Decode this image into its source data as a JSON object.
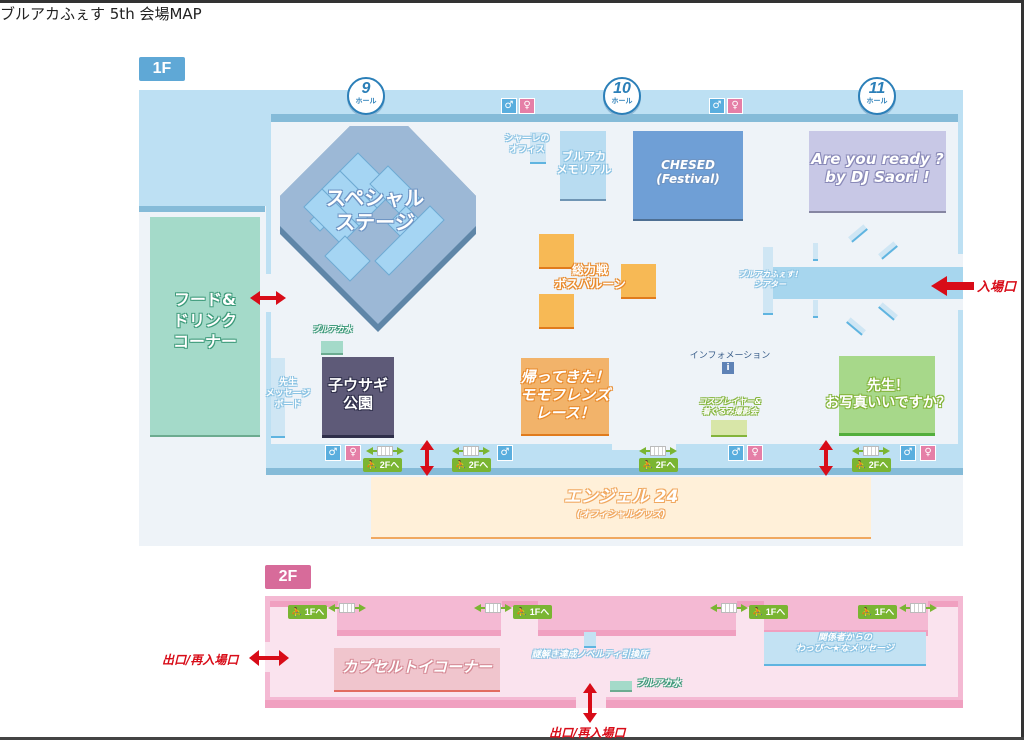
{
  "page": {
    "title": "ブルアカふぇす 5th 会場MAP"
  },
  "colors": {
    "floor1_badge": "#5fa8d6",
    "floor2_badge": "#d76b9a",
    "corridor_blue": "#bde0f3",
    "corridor_pink": "#f4b9d3",
    "arrow_red": "#d80c18",
    "stairs_green": "#7ab532"
  },
  "floor1": {
    "label": "1F",
    "halls": [
      {
        "number": "9",
        "caption": "ホール"
      },
      {
        "number": "10",
        "caption": "ホール"
      },
      {
        "number": "11",
        "caption": "ホール"
      }
    ],
    "areas": {
      "special_stage": "スペシャル\nステージ",
      "schale_office": "シャーレの\nオフィス",
      "bluearchive_memorial": "ブルアカ\nメモリアル",
      "chesed": "CHESED\n(Festival)",
      "dj_saori": "Are you ready ?\nby DJ Saori !",
      "food_drink": "フード&\nドリンク\nコーナー",
      "boss_balloon": "総力戦\nボスバルーン",
      "theater": "ブルアカふぇす！\nシアター",
      "bluearchive_water": "ブルアカ水",
      "message_board": "先生\nメッセージ\nボード",
      "kousagi_park": "子ウサギ\n公園",
      "momofriends_race": "帰ってきた！\nモモフレンズ\nレース！",
      "information": "インフォメーション",
      "information_icon": "i",
      "cosplay_photo": "コスプレイヤー&\n着ぐるみ撮影会",
      "sensei_photo": "先生！\nお写真いいですか？",
      "angel24": "エンジェル 24",
      "angel24_sub": "(オフィシャルグッズ)"
    },
    "entrance_label": "入場口",
    "stairs_label": "2Fへ",
    "restroom_icons": [
      "restroom-male-icon",
      "restroom-female-icon"
    ]
  },
  "floor2": {
    "label": "2F",
    "areas": {
      "capsule_toy": "カプセルトイコーナー",
      "puzzle_novelty": "謎解き達成ノベルティ引換所",
      "bluearchive_water": "ブルアカ水",
      "staff_messages": "関係者からの\nわっぴ～★なメッセージ"
    },
    "stairs_label": "1Fへ",
    "exit_reentry_left": "出口/再入場口",
    "exit_reentry_bottom": "出口/再入場口"
  }
}
